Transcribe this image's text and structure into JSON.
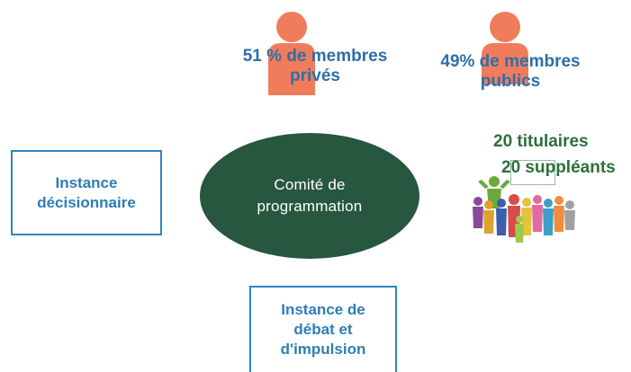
{
  "members": {
    "private_label": "51 % de membres privés",
    "public_label": "49% de membres publics"
  },
  "committee": {
    "label": "Comité de programmation"
  },
  "instances": {
    "decision_label": "Instance décisionnaire",
    "debate_label": "Instance de débat et d'impulsion"
  },
  "composition": {
    "titulaires": "20 titulaires",
    "suppleants": "20 suppléants"
  },
  "icons": [
    "person-icon-private",
    "person-icon-public",
    "group-people-icon"
  ],
  "colors": {
    "person": "#f07c5c",
    "ellipse": "#27573f",
    "box_border": "#2d86bd",
    "blue_text": "#2d6fa8",
    "green_text": "#2e6e3b"
  }
}
